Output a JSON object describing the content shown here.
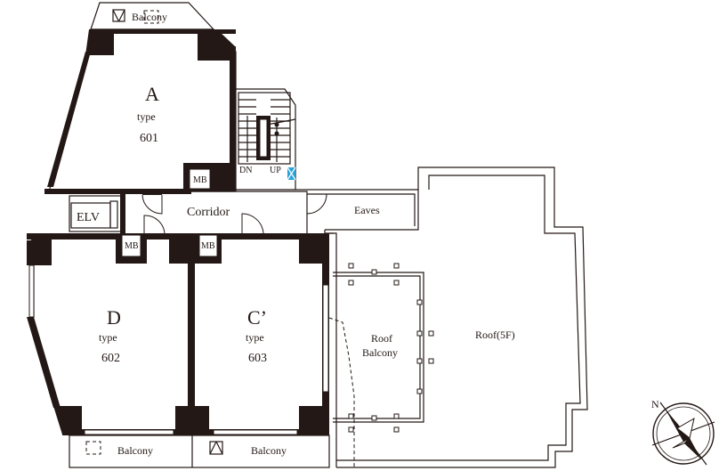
{
  "rooms": {
    "a": {
      "letter": "A",
      "type": "type",
      "number": "601"
    },
    "d": {
      "letter": "D",
      "type": "type",
      "number": "602"
    },
    "c": {
      "letter": "C’",
      "type": "type",
      "number": "603"
    }
  },
  "labels": {
    "balcony_top": "Balcony",
    "balcony_bottom_left": "Balcony",
    "balcony_bottom_right": "Balcony",
    "corridor": "Corridor",
    "elv": "ELV",
    "mb": "MB",
    "dn": "DN",
    "up": "UP",
    "eaves": "Eaves",
    "roof_balcony_1": "Roof",
    "roof_balcony_2": "Balcony",
    "roof_5f": "Roof(5F)",
    "north": "N"
  },
  "colors": {
    "line": "#231815",
    "accent": "#2aa3d8"
  }
}
